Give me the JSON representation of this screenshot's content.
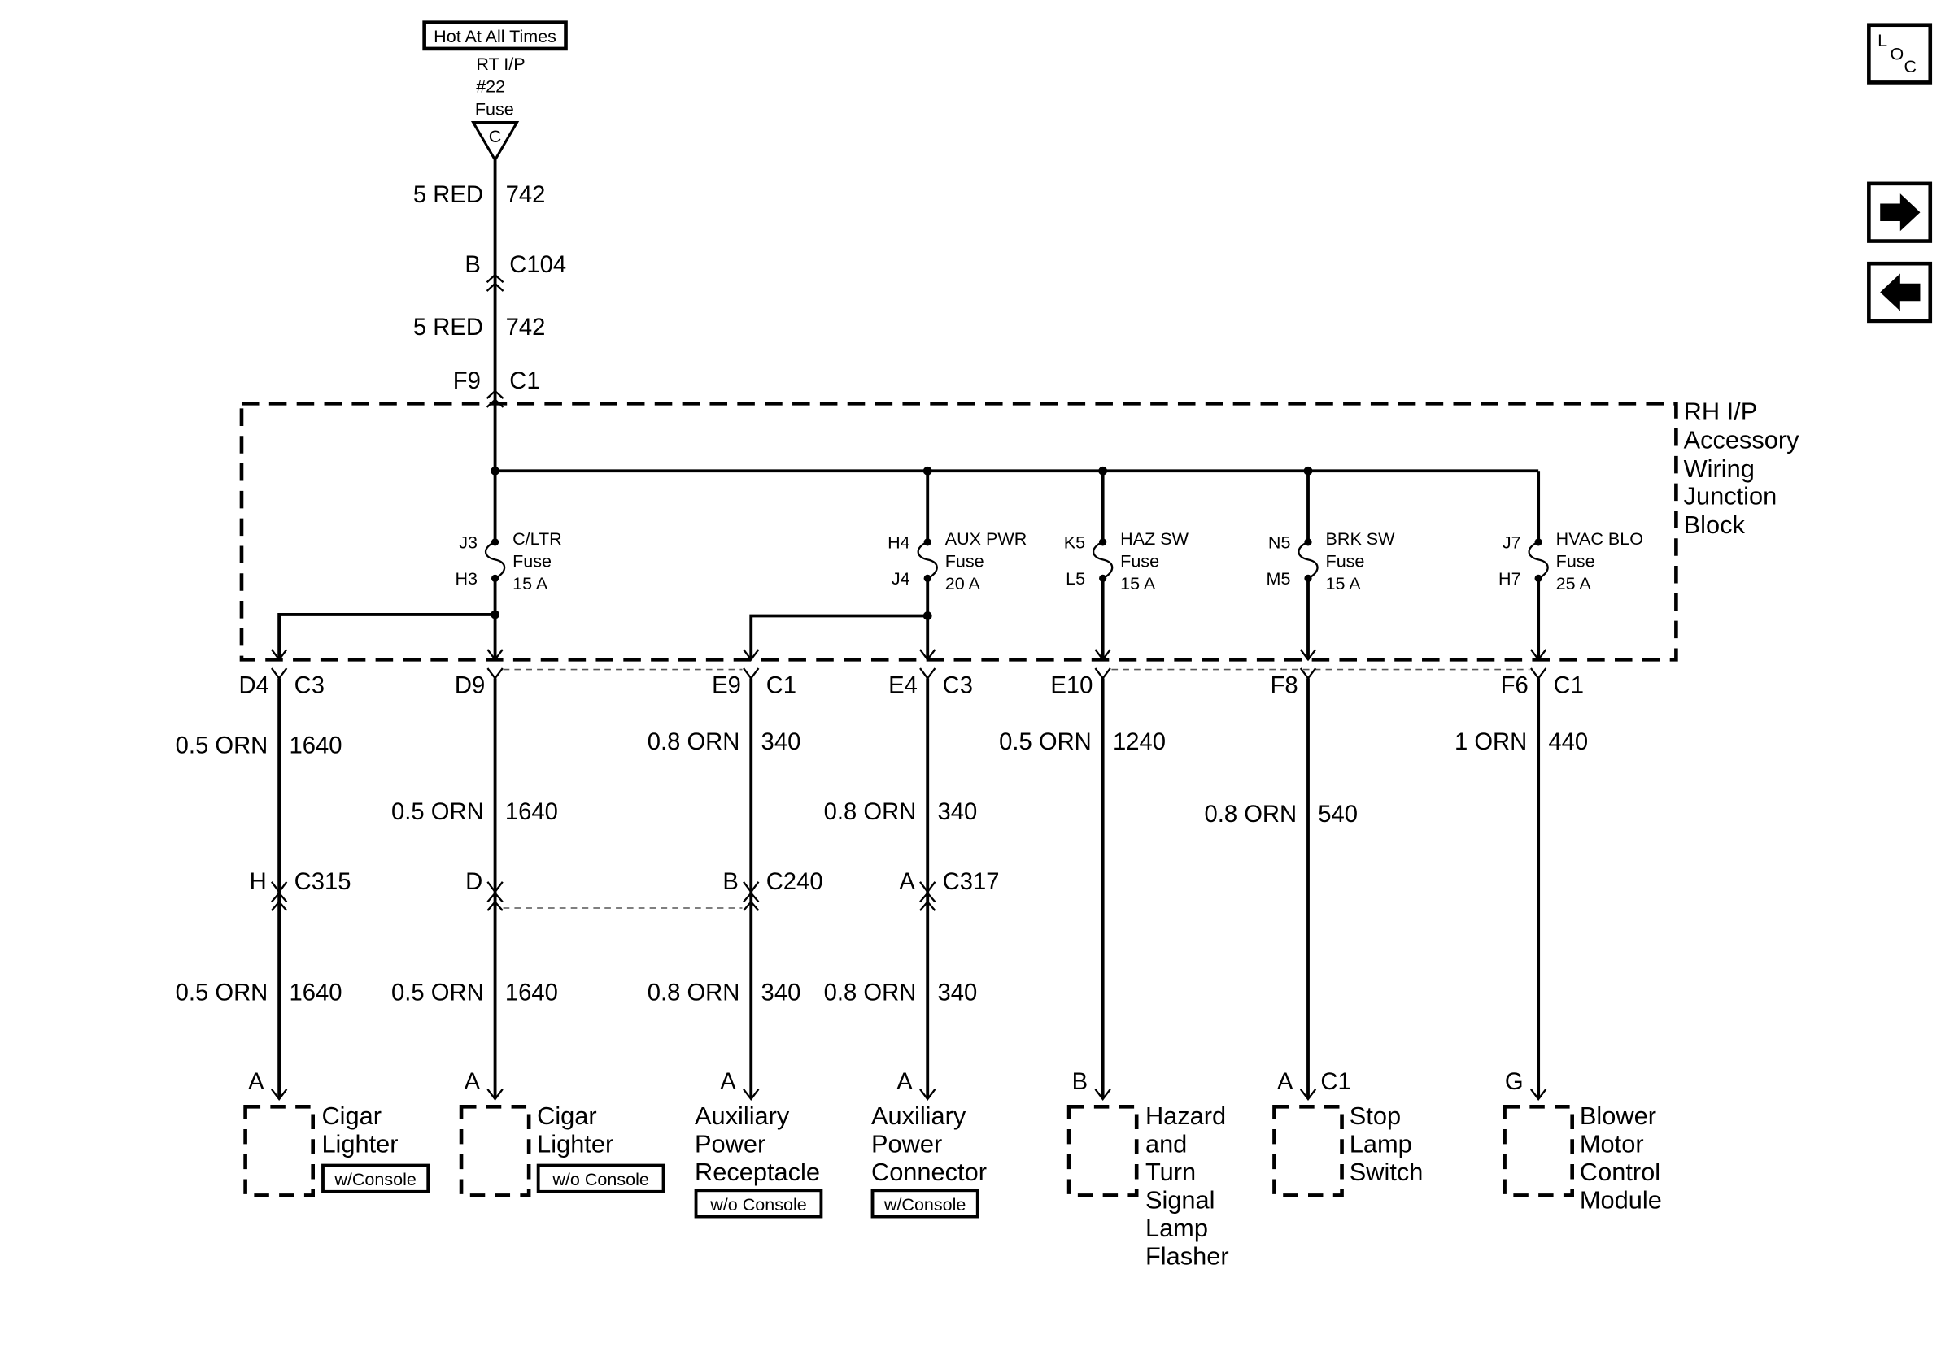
{
  "source": {
    "header": "Hot At All Times",
    "fuse_lines": [
      "RT I/P",
      "#22",
      "Fuse"
    ],
    "terminal": "C"
  },
  "upper_wires": [
    {
      "size_color": "5 RED",
      "circuit": "742"
    },
    {
      "size_color": "5 RED",
      "circuit": "742"
    }
  ],
  "upper_connectors": [
    {
      "pin": "B",
      "conn": "C104"
    },
    {
      "pin": "F9",
      "conn": "C1"
    }
  ],
  "junction_block": {
    "name_lines": [
      "RH I/P",
      "Accessory",
      "Wiring",
      "Junction",
      "Block"
    ]
  },
  "fuses": [
    {
      "in_pin": "J3",
      "out_pin": "H3",
      "lines": [
        "C/LTR",
        "Fuse",
        "15 A"
      ]
    },
    {
      "in_pin": "H4",
      "out_pin": "J4",
      "lines": [
        "AUX PWR",
        "Fuse",
        "20 A"
      ]
    },
    {
      "in_pin": "K5",
      "out_pin": "L5",
      "lines": [
        "HAZ SW",
        "Fuse",
        "15 A"
      ]
    },
    {
      "in_pin": "N5",
      "out_pin": "M5",
      "lines": [
        "BRK SW",
        "Fuse",
        "15 A"
      ]
    },
    {
      "in_pin": "J7",
      "out_pin": "H7",
      "lines": [
        "HVAC BLO",
        "Fuse",
        "25 A"
      ]
    }
  ],
  "block_outputs": [
    {
      "pin": "D4",
      "conn": "C3"
    },
    {
      "pin": "D9",
      "conn": ""
    },
    {
      "pin": "E9",
      "conn": "C1"
    },
    {
      "pin": "E4",
      "conn": "C3"
    },
    {
      "pin": "E10",
      "conn": ""
    },
    {
      "pin": "F8",
      "conn": ""
    },
    {
      "pin": "F6",
      "conn": "C1"
    }
  ],
  "mid_wires": [
    {
      "size_color": "0.5 ORN",
      "circuit": "1640"
    },
    {
      "size_color": "0.5 ORN",
      "circuit": "1640"
    },
    {
      "size_color": "0.8 ORN",
      "circuit": "340"
    },
    {
      "size_color": "0.8 ORN",
      "circuit": "340"
    },
    {
      "size_color": "0.5 ORN",
      "circuit": "1240"
    },
    {
      "size_color": "0.8 ORN",
      "circuit": "540"
    },
    {
      "size_color": "1 ORN",
      "circuit": "440"
    }
  ],
  "inline_connectors": [
    {
      "pin": "H",
      "conn": "C315"
    },
    {
      "pin": "D",
      "conn": ""
    },
    {
      "pin": "B",
      "conn": "C240"
    },
    {
      "pin": "A",
      "conn": "C317"
    }
  ],
  "lower_wires": [
    {
      "size_color": "0.5 ORN",
      "circuit": "1640"
    },
    {
      "size_color": "0.5 ORN",
      "circuit": "1640"
    },
    {
      "size_color": "0.8 ORN",
      "circuit": "340"
    },
    {
      "size_color": "0.8 ORN",
      "circuit": "340"
    }
  ],
  "components": [
    {
      "pin": "A",
      "conn": "",
      "name_lines": [
        "Cigar",
        "Lighter"
      ],
      "option": "w/Console"
    },
    {
      "pin": "A",
      "conn": "",
      "name_lines": [
        "Cigar",
        "Lighter"
      ],
      "option": "w/o Console"
    },
    {
      "pin": "A",
      "conn": "",
      "name_lines": [
        "Auxiliary",
        "Power",
        "Receptacle"
      ],
      "option": "w/o Console"
    },
    {
      "pin": "A",
      "conn": "",
      "name_lines": [
        "Auxiliary",
        "Power",
        "Connector"
      ],
      "option": "w/Console"
    },
    {
      "pin": "B",
      "conn": "",
      "name_lines": [
        "Hazard",
        "and",
        "Turn",
        "Signal",
        "Lamp",
        "Flasher"
      ],
      "option": ""
    },
    {
      "pin": "A",
      "conn": "C1",
      "name_lines": [
        "Stop",
        "Lamp",
        "Switch"
      ],
      "option": ""
    },
    {
      "pin": "G",
      "conn": "",
      "name_lines": [
        "Blower",
        "Motor",
        "Control",
        "Module"
      ],
      "option": ""
    }
  ],
  "nav": {
    "loc_letters": [
      "L",
      "O",
      "C"
    ],
    "next_icon": "arrow-right-icon",
    "prev_icon": "arrow-left-icon"
  }
}
